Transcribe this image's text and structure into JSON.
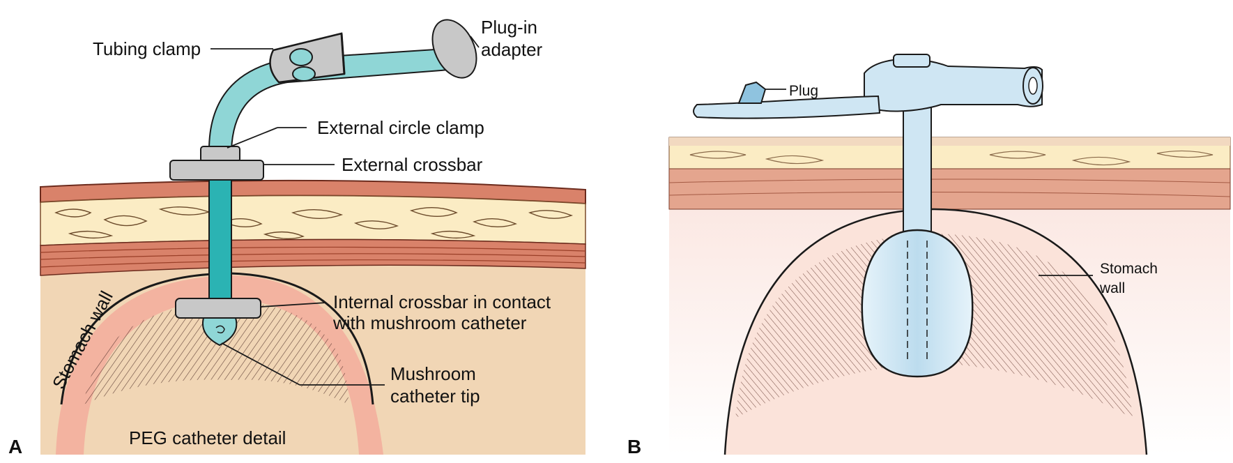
{
  "panel_a": {
    "letter": "A",
    "caption": "PEG catheter detail",
    "labels": {
      "tubing_clamp": "Tubing clamp",
      "plug_in_adapter_1": "Plug-in",
      "plug_in_adapter_2": "adapter",
      "external_circle_clamp": "External circle clamp",
      "external_crossbar": "External crossbar",
      "internal_crossbar_1": "Internal crossbar in contact",
      "internal_crossbar_2": "with mushroom catheter",
      "mushroom_tip_1": "Mushroom",
      "mushroom_tip_2": "catheter tip",
      "stomach_wall": "Stomach wall"
    }
  },
  "panel_b": {
    "letter": "B",
    "labels": {
      "plug": "Plug",
      "stomach_wall_1": "Stomach",
      "stomach_wall_2": "wall"
    }
  },
  "colors": {
    "skin": "#f2d9c0",
    "fat": "#fbecc4",
    "muscle": "#d9826a",
    "cavity": "#f1d6b5",
    "stomach": "#f3b3a0",
    "tube": "#2bb3b3",
    "tube_light": "#8fd6d6",
    "gray": "#c8c8c8",
    "balloon": "#cfe6f3"
  }
}
